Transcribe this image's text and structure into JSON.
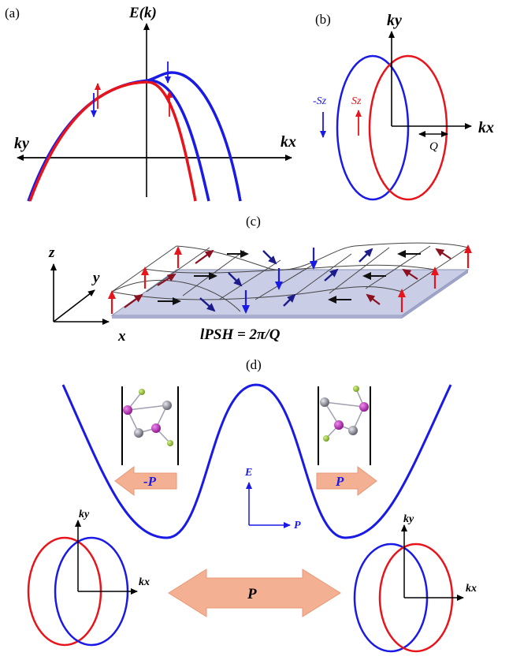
{
  "panels": {
    "a": {
      "label": "(a)",
      "y_axis": "E(k)",
      "x_axis_right": "kx",
      "x_axis_left": "ky"
    },
    "b": {
      "label": "(b)",
      "y_axis": "ky",
      "x_axis": "kx",
      "minus_sz": "-Sz",
      "sz": "Sz",
      "q_label": "Q"
    },
    "c": {
      "label": "(c)",
      "z_axis": "z",
      "y_axis": "y",
      "x_axis": "x",
      "formula": "lPSH = 2π/Q"
    },
    "d": {
      "label": "(d)",
      "arrow_left": "-P",
      "arrow_right": "P",
      "axis_e": "E",
      "axis_p": "P",
      "big_arrow": "P",
      "left_ky": "ky",
      "left_kx": "kx",
      "right_ky": "ky",
      "right_kx": "kx"
    }
  },
  "colors": {
    "blue": "#1a1ae6",
    "red": "#e8141c",
    "dark_red": "#8b1020",
    "navy": "#1c1c8c",
    "black": "#000000",
    "plane": "#c9cde6",
    "salmon": "#f4b093",
    "atom_magenta": "#a020a0",
    "atom_grey": "#8c8c96",
    "atom_green": "#8fc428"
  }
}
